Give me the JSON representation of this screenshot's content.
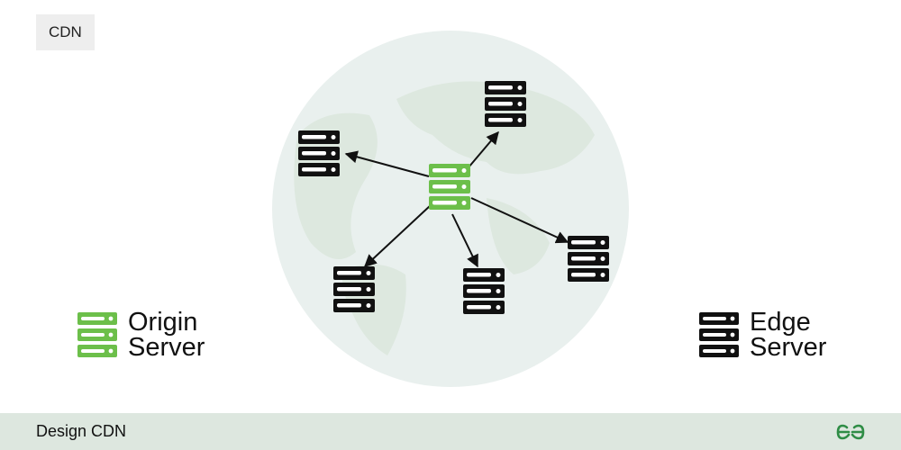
{
  "header": {
    "tag": "CDN"
  },
  "diagram": {
    "nodes": [
      {
        "id": "origin",
        "kind": "origin"
      },
      {
        "id": "edge-1",
        "kind": "edge"
      },
      {
        "id": "edge-2",
        "kind": "edge"
      },
      {
        "id": "edge-3",
        "kind": "edge"
      },
      {
        "id": "edge-4",
        "kind": "edge"
      },
      {
        "id": "edge-5",
        "kind": "edge"
      }
    ],
    "edges": [
      {
        "from": "origin",
        "to": "edge-1"
      },
      {
        "from": "origin",
        "to": "edge-2"
      },
      {
        "from": "origin",
        "to": "edge-3"
      },
      {
        "from": "origin",
        "to": "edge-4"
      },
      {
        "from": "origin",
        "to": "edge-5"
      }
    ]
  },
  "legend": {
    "origin": {
      "line1": "Origin",
      "line2": "Server"
    },
    "edge": {
      "line1": "Edge",
      "line2": "Server"
    }
  },
  "footer": {
    "title": "Design CDN",
    "logo_icon": "geeksforgeeks-logo-icon"
  },
  "colors": {
    "origin": "#6cbf4a",
    "edge": "#111111",
    "globe": "#e9f0ee",
    "land": "#dbe6dd",
    "footer": "#dde7df",
    "logo": "#2f8d46"
  }
}
